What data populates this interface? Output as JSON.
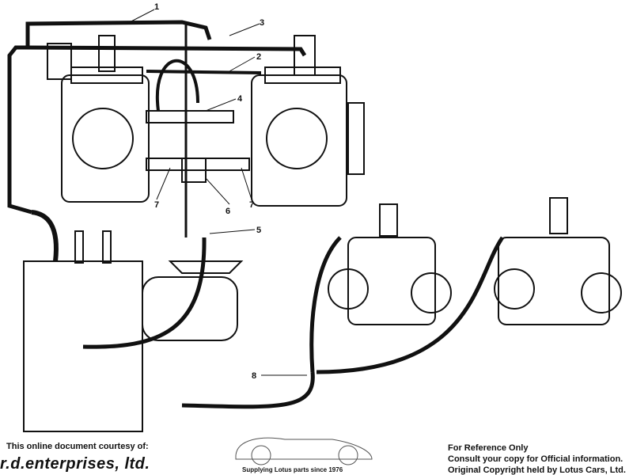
{
  "diagram": {
    "callouts": [
      "1",
      "2",
      "3",
      "4",
      "5",
      "6",
      "7",
      "7",
      "8"
    ]
  },
  "footer": {
    "courtesy": "This online document courtesy of:",
    "brand": "r.d.enterprises, ltd.",
    "tagline": "Supplying Lotus parts since 1976",
    "reference_lines": [
      "For Reference Only",
      "Consult your copy for Official information.",
      "Original Copyright held by Lotus Cars, Ltd."
    ]
  }
}
